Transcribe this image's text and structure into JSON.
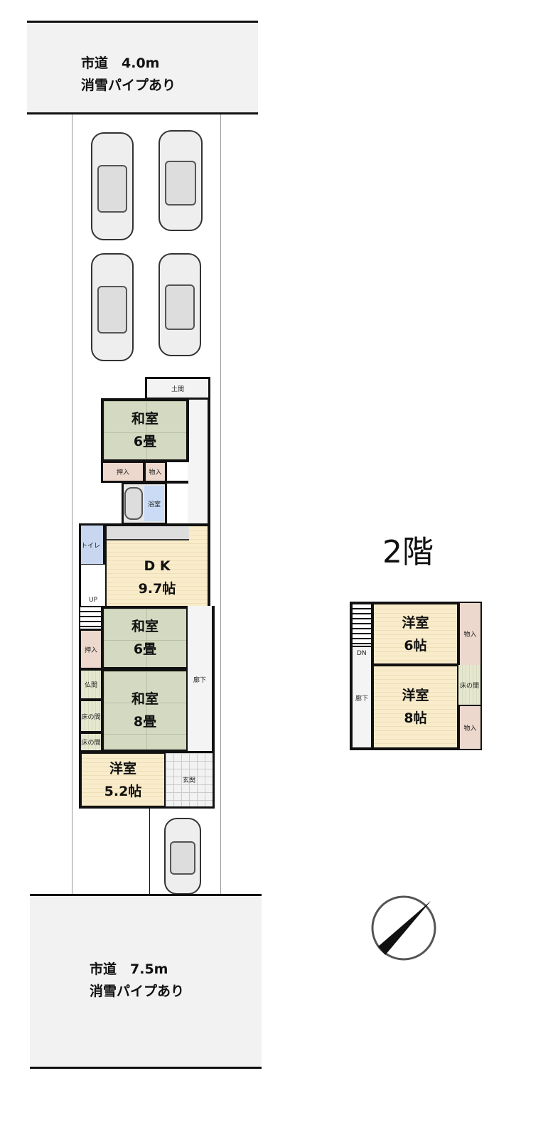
{
  "top_road": {
    "line1": "市道　4.0m",
    "line2": "消雪パイプあり"
  },
  "bottom_road": {
    "line1": "市道　7.5m",
    "line2": "消雪パイプあり"
  },
  "floor1": {
    "doma": "土間",
    "washitsu1": {
      "name": "和室",
      "size": "6畳"
    },
    "oshiire1": "押入",
    "monoire1": "物入",
    "bath": "浴室",
    "toilet": "トイレ",
    "dk": {
      "name": "D K",
      "size": "9.7帖"
    },
    "up": "UP",
    "washitsu2": {
      "name": "和室",
      "size": "6畳"
    },
    "oshiire2": "押入",
    "butsuma": "仏間",
    "tokonoma1": "床の間",
    "tokonoma2": "床の間",
    "washitsu3": {
      "name": "和室",
      "size": "8畳"
    },
    "hallway": "廊下",
    "youshitsu": {
      "name": "洋室",
      "size": "5.2帖"
    },
    "genkan": "玄関"
  },
  "floor2": {
    "title": "2階",
    "youshitsu1": {
      "name": "洋室",
      "size": "6帖"
    },
    "youshitsu2": {
      "name": "洋室",
      "size": "8帖"
    },
    "monoire1": "物入",
    "monoire2": "物入",
    "tokonoma": "床の間",
    "dn": "DN",
    "hallway": "廊下"
  }
}
